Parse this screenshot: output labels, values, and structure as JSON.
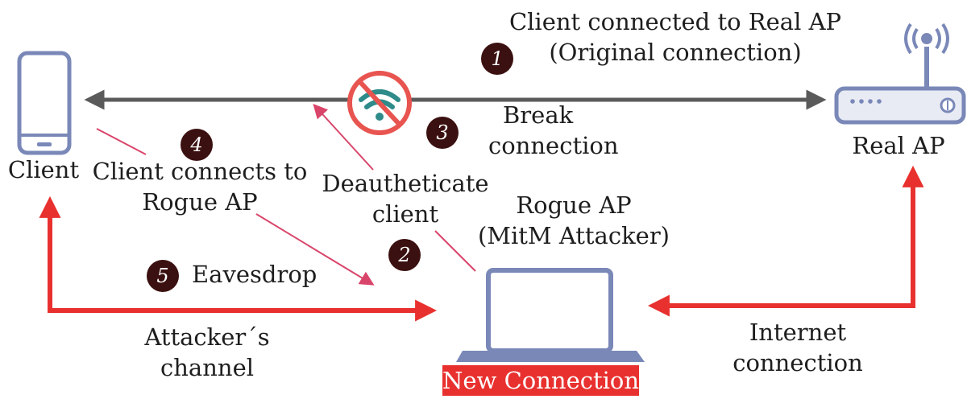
{
  "labels": {
    "client_real_ap_line1": "Client connected to Real AP",
    "client_real_ap_line2": "(Original connection)",
    "client": "Client",
    "real_ap": "Real AP",
    "break_line1": "Break",
    "break_line2": "connection",
    "connects_line1": "Client connects to",
    "connects_line2": "Rogue AP",
    "deauth_line1": "Deautheticate",
    "deauth_line2": "client",
    "rogue_line1": "Rogue AP",
    "rogue_line2": "(MitM Attacker)",
    "eavesdrop": "Eavesdrop",
    "attacker_line1": "Attacker´s",
    "attacker_line2": "channel",
    "internet_line1": "Internet",
    "internet_line2": "connection",
    "new_connection": "New Connection"
  },
  "steps": [
    "1",
    "2",
    "3",
    "4",
    "5"
  ],
  "icons": {
    "client": "smartphone-icon",
    "real_ap": "wifi-router-icon",
    "rogue_ap": "laptop-icon",
    "blocked_wifi": "no-wifi-icon"
  },
  "colors": {
    "arrow_gray": "#5a5a5a",
    "arrow_red": "#e8312f",
    "pink_line": "#d9456a",
    "device_blue": "#7a88b8",
    "step_badge": "#3b1010",
    "new_connection_bg": "#e8312f"
  }
}
